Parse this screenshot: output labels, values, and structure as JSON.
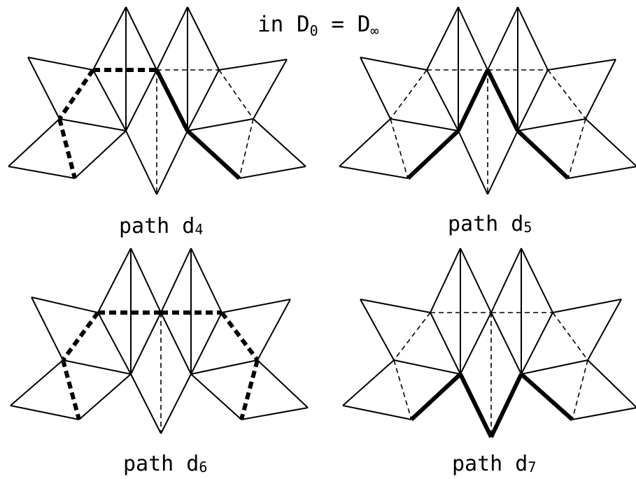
{
  "title": {
    "prefix": "in D",
    "sub_a": "0",
    "middle": " = D",
    "sub_b": "∞"
  },
  "panels": [
    {
      "caption": "path d",
      "subscript": "4"
    },
    {
      "caption": "path d",
      "subscript": "5"
    },
    {
      "caption": "path d",
      "subscript": "6"
    },
    {
      "caption": "path d",
      "subscript": "7"
    }
  ],
  "line_styles": {
    "solid": "#000000",
    "dashed": "#000000",
    "path_bold": "#000000",
    "path_dotted": "#000000"
  }
}
